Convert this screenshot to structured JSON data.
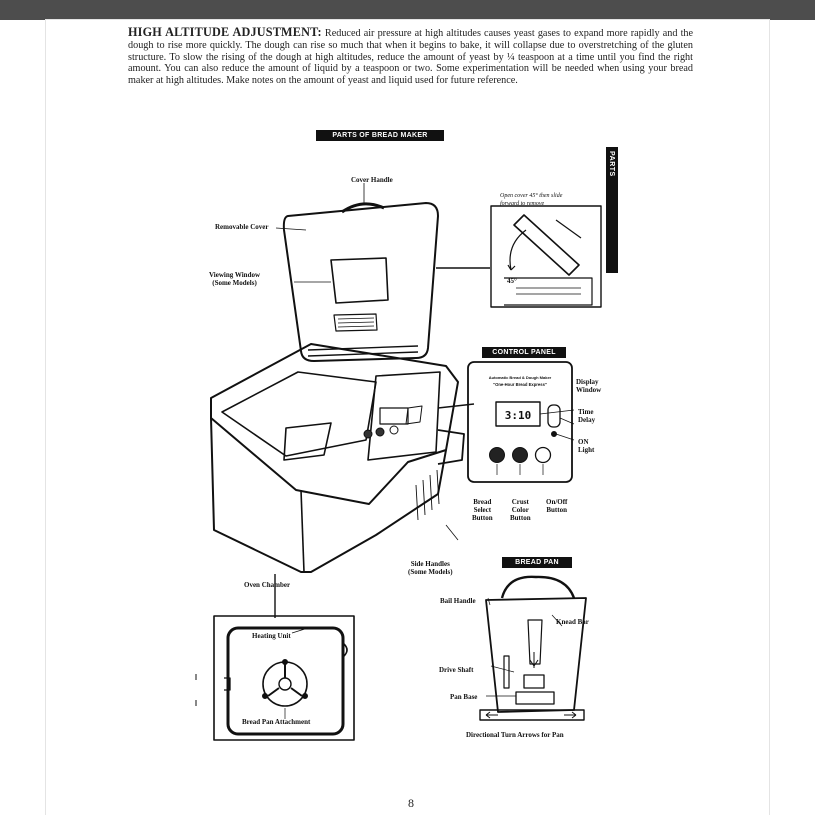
{
  "paragraph": {
    "heading": "HIGH ALTITUDE ADJUSTMENT:",
    "body": "Reduced air pressure at high altitudes causes yeast gases to expand more rapidly and the dough to rise more quickly. The dough can rise so much that when it begins to bake, it will collapse due to overstretching of the gluten structure. To slow the rising of the dough at high altitudes, reduce the amount of yeast by ¼ teaspoon at a time until you find the right amount. You can also reduce the amount of liquid by a teaspoon or two. Some experimentation will be needed when using your bread maker at high altitudes. Make notes on the amount of yeast and liquid used for future reference."
  },
  "section_headers": {
    "parts": "PARTS OF BREAD MAKER",
    "control_panel": "CONTROL PANEL",
    "bread_pan": "BREAD PAN"
  },
  "side_tab": "PARTS",
  "labels": {
    "cover_handle": "Cover Handle",
    "removable_cover": "Removable Cover",
    "viewing_window": "Viewing Window\n(Some Models)",
    "open_cover_note": "Open cover 45° then slide\nforward to remove",
    "angle": "45°",
    "display_window": "Display\nWindow",
    "time_delay": "Time\nDelay",
    "on_light": "ON\nLight",
    "bread_select": "Bread\nSelect\nButton",
    "crust_color": "Crust\nColor\nButton",
    "on_off": "On/Off\nButton",
    "side_handles": "Side Handles\n(Some Models)",
    "oven_chamber": "Oven Chamber",
    "heating_unit": "Heating Unit",
    "bread_pan_attachment": "Bread Pan Attachment",
    "bail_handle": "Bail Handle",
    "knead_bar": "Knead Bar",
    "drive_shaft": "Drive Shaft",
    "pan_base": "Pan Base",
    "turn_arrows": "Directional Turn Arrows for Pan"
  },
  "control_panel_display": {
    "brand_line1": "Automatic Bread & Dough Maker",
    "brand_line2": "\"One-Hour Bread Express\"",
    "time": "3:10"
  },
  "page_number": "8"
}
